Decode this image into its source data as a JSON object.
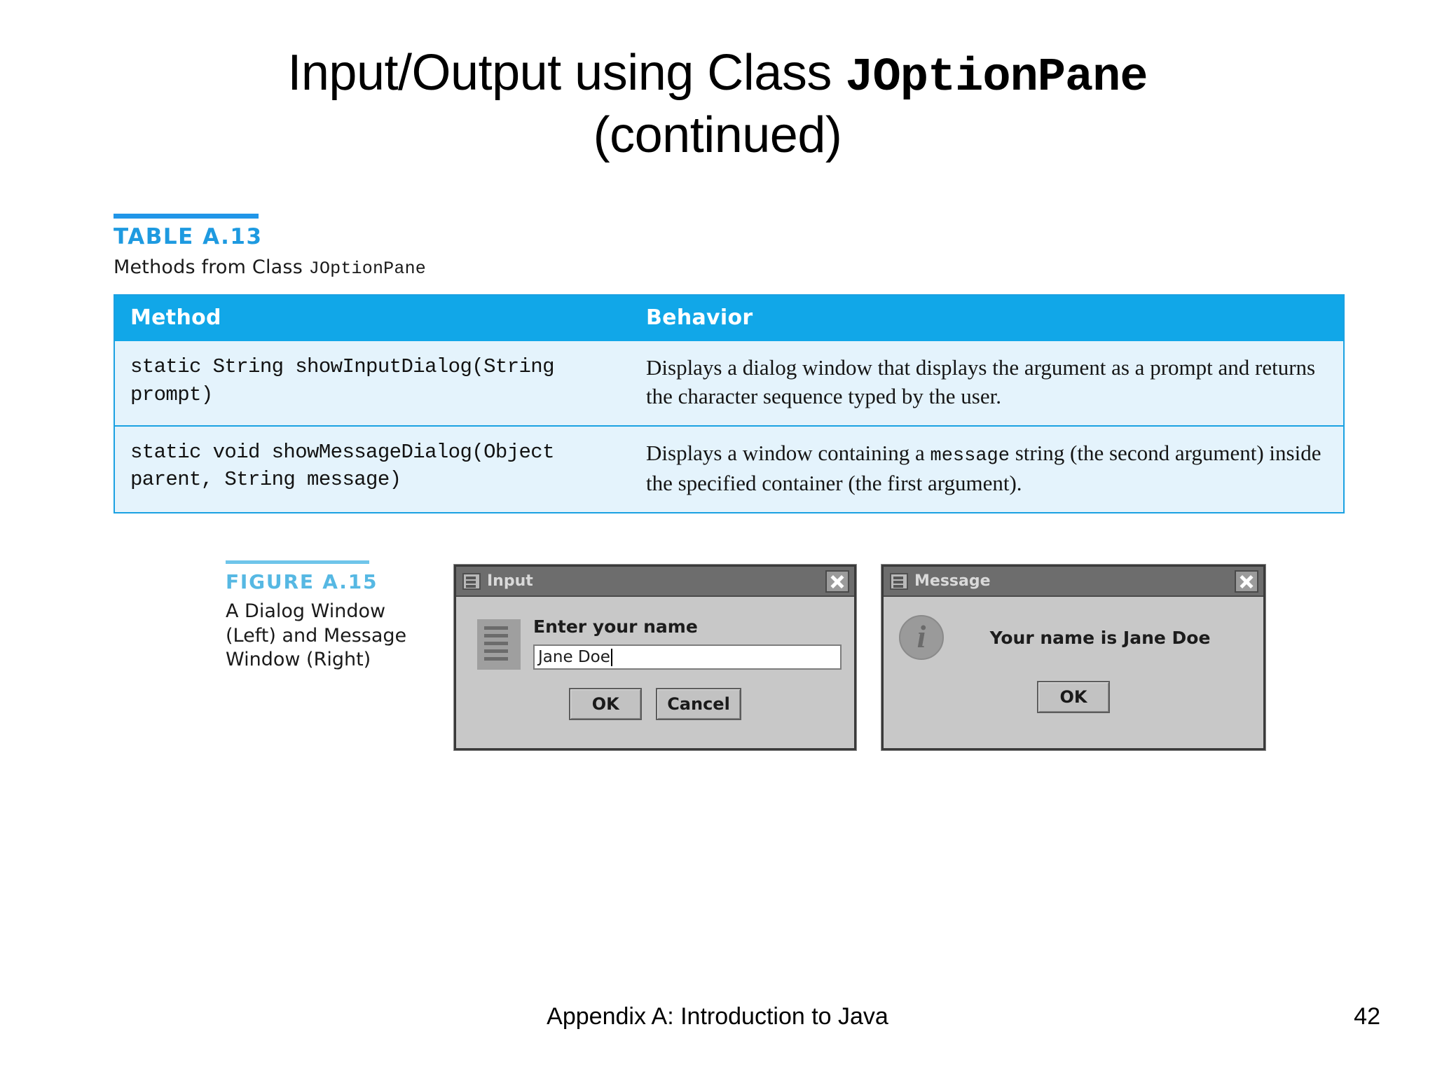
{
  "slide": {
    "title_line1_prefix": "Input/Output using Class ",
    "title_line1_mono": "JOptionPane",
    "title_line2": "(continued)",
    "footer": "Appendix A: Introduction to Java",
    "page_number": "42"
  },
  "table_block": {
    "label": "TABLE A.13",
    "caption_prefix": "Methods from Class ",
    "caption_mono": "JOptionPane",
    "accent_color": "#11a7e8",
    "row_background": "#e4f3fc",
    "headers": [
      "Method",
      "Behavior"
    ],
    "rows": [
      {
        "method": "static String showInputDialog(String\nprompt)",
        "behavior_part1": "Displays a dialog window that displays the argument as a prompt and returns the character sequence typed by the user."
      },
      {
        "method": "static void showMessageDialog(Object\nparent, String message)",
        "behavior_part1": "Displays a window containing a ",
        "behavior_mono": "message",
        "behavior_part2": " string (the second argument) inside the specified container (the first argument)."
      }
    ]
  },
  "figure_block": {
    "label": "FIGURE A.15",
    "caption": "A Dialog Window (Left) and Message Window (Right)",
    "accent_color": "#56b8e3"
  },
  "input_dialog": {
    "title": "Input",
    "title_icon": "window-icon",
    "close_icon": "close-icon",
    "prompt_icon": "text-document-icon",
    "prompt": "Enter your name",
    "field_value": "Jane Doe",
    "ok_label": "OK",
    "cancel_label": "Cancel"
  },
  "message_dialog": {
    "title": "Message",
    "title_icon": "window-icon",
    "close_icon": "close-icon",
    "info_icon": "information-icon",
    "message": "Your name is Jane Doe",
    "ok_label": "OK"
  }
}
